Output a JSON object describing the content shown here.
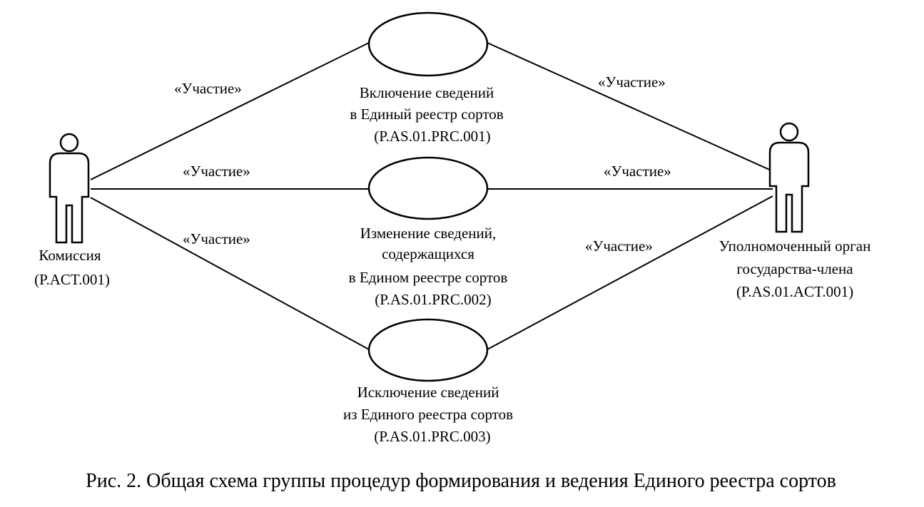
{
  "actors": {
    "left": {
      "name": "Комиссия",
      "code": "(P.ACT.001)"
    },
    "right": {
      "name": [
        "Уполномоченный орган",
        "государства-члена"
      ],
      "code": "(P.AS.01.ACT.001)"
    }
  },
  "use_cases": [
    {
      "lines": [
        "Включение сведений",
        "в Единый реестр сортов",
        "(P.AS.01.PRC.001)"
      ]
    },
    {
      "lines": [
        "Изменение сведений,",
        "содержащихся",
        "в Едином реестре сортов",
        "(P.AS.01.PRC.002)"
      ]
    },
    {
      "lines": [
        "Исключение сведений",
        "из Единого реестра сортов",
        "(P.AS.01.PRC.003)"
      ]
    }
  ],
  "relations": {
    "left_top": "«Участие»",
    "left_mid": "«Участие»",
    "left_bottom": "«Участие»",
    "right_top": "«Участие»",
    "right_mid": "«Участие»",
    "right_bottom": "«Участие»"
  },
  "caption": "Рис. 2. Общая схема группы процедур формирования и ведения Единого реестра сортов"
}
